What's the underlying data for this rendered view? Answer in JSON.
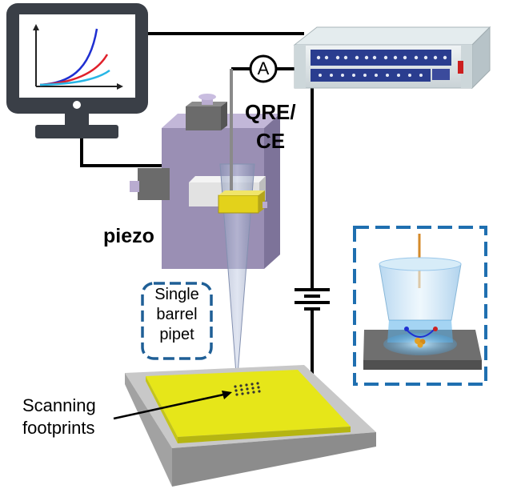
{
  "labels": {
    "qre_ce_line1": "QRE/",
    "qre_ce_line2": "CE",
    "ammeter": "A",
    "piezo": "piezo",
    "pipet_line1": "Single",
    "pipet_line2": "barrel",
    "pipet_line3": "pipet",
    "scan_line1": "Scanning",
    "scan_line2": "footprints"
  },
  "colors": {
    "monitor_frame": "#3a3f47",
    "curve_blue": "#1f2fd1",
    "curve_red": "#e0202a",
    "curve_cyan": "#27b6e6",
    "piezo_body": "#9a8fb4",
    "sample": "#e6e619",
    "dashed_box": "#1f6fb0",
    "wire": "#000000"
  },
  "icons": [
    "monitor-icon",
    "potentiostat-icon",
    "battery-icon",
    "ammeter-icon"
  ]
}
